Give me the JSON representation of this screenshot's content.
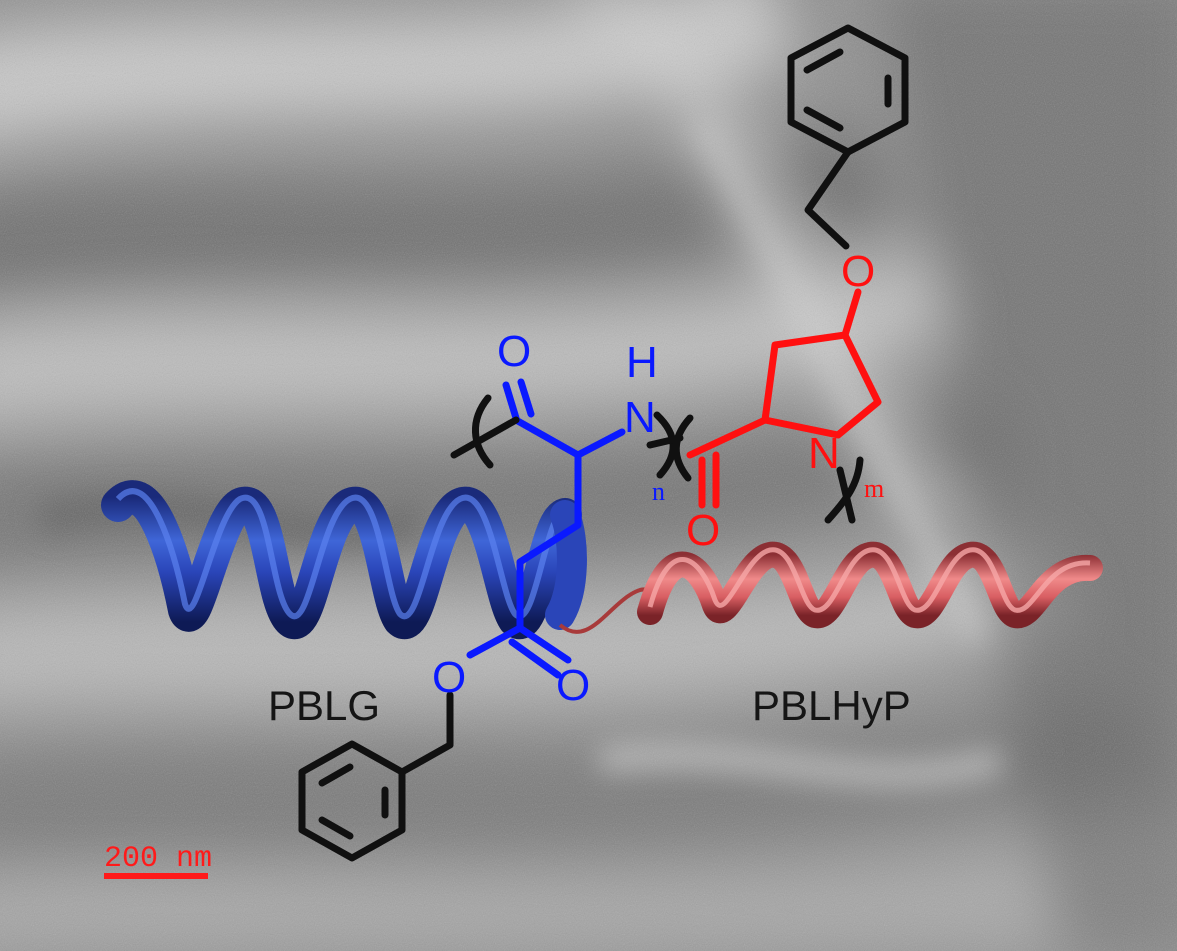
{
  "figure": {
    "labels": {
      "pblg": "PBLG",
      "pblhyp": "PBLHyP"
    },
    "subscripts": {
      "pblg": "n",
      "pblhyp": "m"
    },
    "atoms": {
      "oxygen": "O",
      "nitrogen": "N",
      "hydrogen": "H"
    },
    "scale_bar": {
      "text": "200 nm"
    }
  },
  "colors": {
    "pblg_structure": "#0a19ff",
    "pblhyp_structure": "#ff1010",
    "backbone_black": "#101010",
    "pblg_helix": "#2c4fc6",
    "pblhyp_helix": "#e06a6a",
    "scale_bar": "#ff1a1a",
    "background_micrograph": "#8f8f8f"
  },
  "icons": {
    "pblg_helix": "alpha-helix-ribbon",
    "pblhyp_helix": "alpha-helix-ribbon",
    "benzene_rings": "benzene-ring"
  }
}
